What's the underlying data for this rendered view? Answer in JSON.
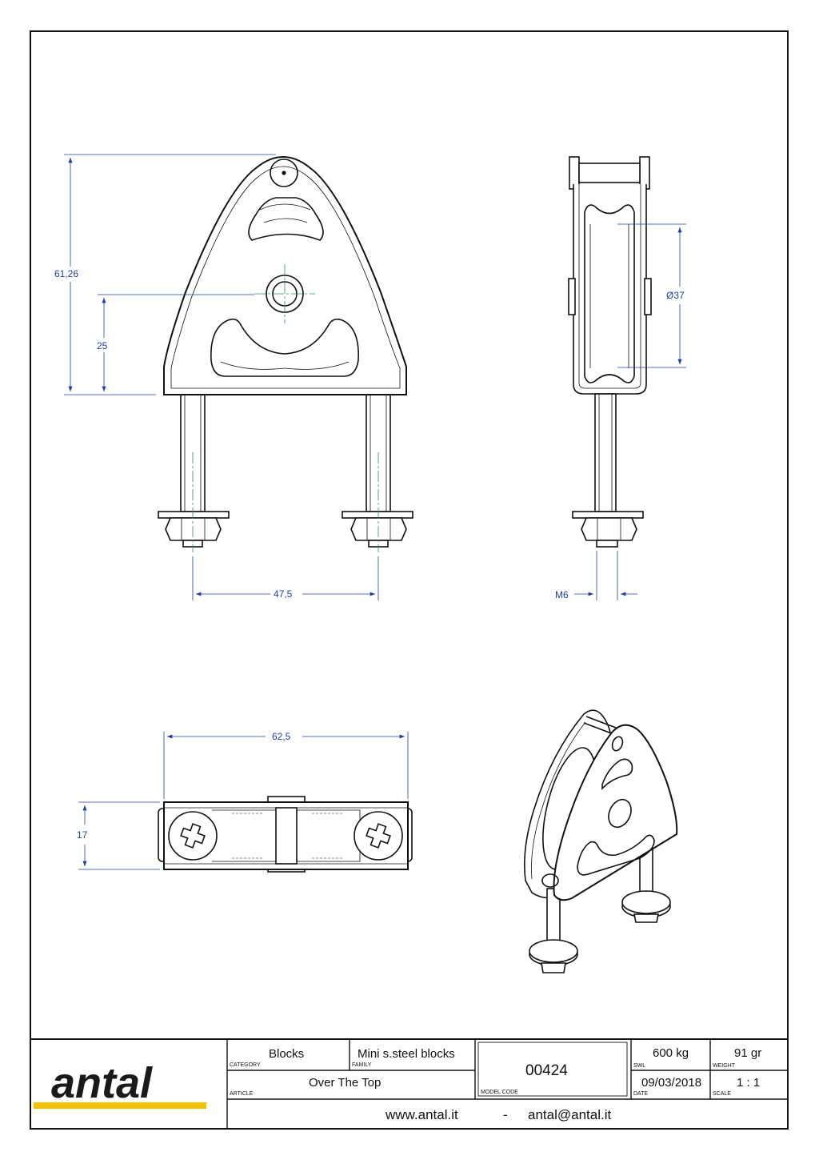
{
  "dimensions": {
    "height_total": "61,26",
    "height_axle": "25",
    "diameter_sheave": "Ø37",
    "bolt_spacing": "47,5",
    "thread": "M6",
    "width": "62,5",
    "depth": "17"
  },
  "title_block": {
    "logo_text": "antal",
    "category_label": "CATEGORY",
    "category_value": "Blocks",
    "family_label": "FAMILY",
    "family_value": "Mini s.steel blocks",
    "article_label": "ARTICLE",
    "article_value": "Over The Top",
    "model_code_label": "MODEL CODE",
    "model_code_value": "00424",
    "swl_label": "SWL",
    "swl_value": "600 kg",
    "weight_label": "WEIGHT",
    "weight_value": "91 gr",
    "date_label": "DATE",
    "date_value": "09/03/2018",
    "scale_label": "SCALE",
    "scale_value": "1 : 1",
    "website": "www.antal.it",
    "separator": "-",
    "email": "antal@antal.it"
  },
  "colors": {
    "line": "#111111",
    "dimension": "#1f3fa3",
    "centerline": "#2e8b57",
    "accent_yellow": "#f2c200"
  }
}
